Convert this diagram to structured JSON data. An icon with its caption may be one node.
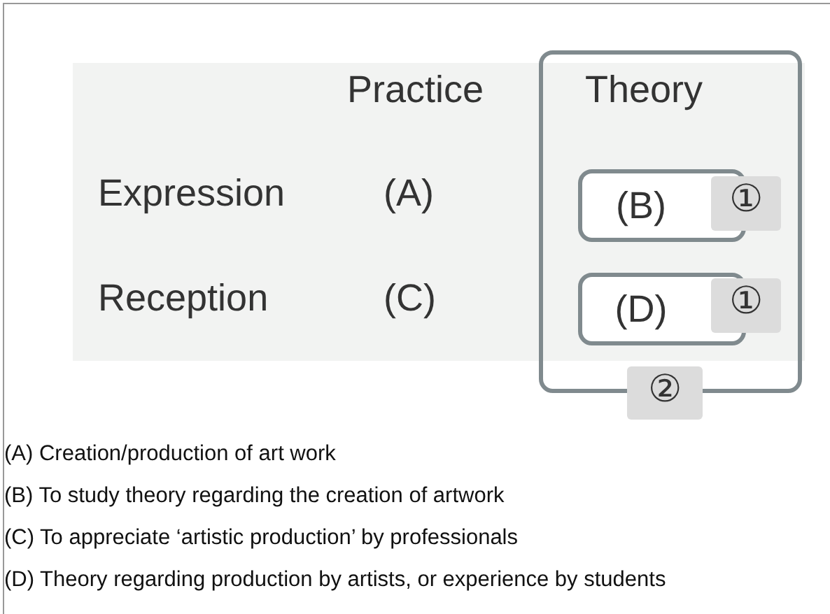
{
  "diagram": {
    "nodes": [
      {
        "text": [
          "Theory"
        ]
      },
      {
        "text": [
          "(B)"
        ],
        "in": 0
      },
      {
        "text": [
          "①"
        ],
        "in": 0
      },
      {
        "text": [
          "(D)"
        ],
        "in": 0
      },
      {
        "text": [
          "①"
        ],
        "in": 0
      },
      {
        "text": [
          "②"
        ]
      }
    ],
    "edges": [],
    "labels": [
      "Practice",
      "Expression",
      "(A)",
      "Reception",
      "(C)",
      "(A) Creation/production of art work",
      "(B) To study theory regarding the creation of artwork",
      "(C) To appreciate ‘artistic production’ by professionals",
      "(D) Theory regarding production by artists, or experience by students"
    ]
  }
}
